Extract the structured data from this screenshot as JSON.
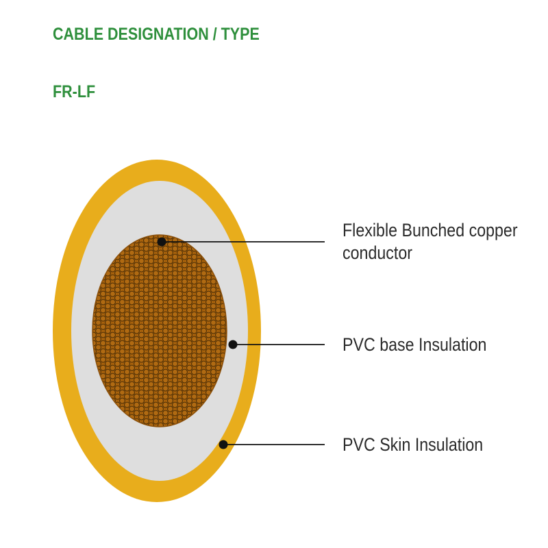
{
  "header": {
    "title": "CABLE DESIGNATION / TYPE",
    "type_code": "FR-LF"
  },
  "callouts": [
    {
      "line1": "Flexible Bunched copper",
      "line2": "conductor"
    },
    {
      "line1": "PVC base Insulation"
    },
    {
      "line1": "PVC Skin Insulation"
    }
  ],
  "colors": {
    "heading_green": "#2e8f3c",
    "outer_sheath_yellow": "#e8ad1c",
    "base_insulation_grey": "#dedede",
    "conductor_copper": "#a8620c",
    "strand_outline": "#3a2405",
    "leader_line": "#111111"
  }
}
